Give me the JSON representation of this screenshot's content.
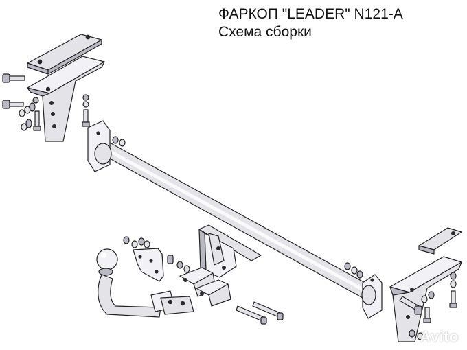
{
  "header": {
    "title": "ФАРКОП \"LEADER\" N121-A",
    "subtitle": "Схема сборки"
  },
  "watermark": {
    "text": "Avito"
  }
}
